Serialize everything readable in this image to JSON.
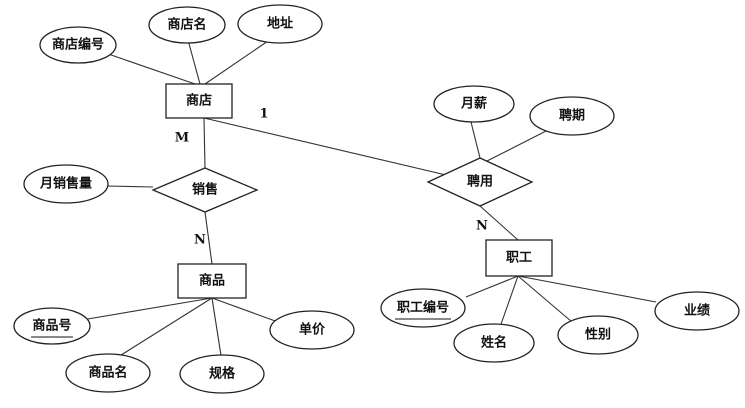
{
  "entities": {
    "shop": "商店",
    "goods": "商品",
    "staff": "职工"
  },
  "relationships": {
    "sell": "销售",
    "hire": "聘用"
  },
  "attributes": {
    "shop_id": "商店编号",
    "shop_name": "商店名",
    "address": "地址",
    "monthly_sales": "月销售量",
    "monthly_salary": "月薪",
    "hire_period": "聘期",
    "goods_id": "商品号",
    "goods_name": "商品名",
    "spec": "规格",
    "unit_price": "单价",
    "staff_id": "职工编号",
    "staff_name": "姓名",
    "gender": "性别",
    "performance": "业绩"
  },
  "cardinalities": {
    "shop_sell": "M",
    "goods_sell": "N",
    "shop_hire": "1",
    "staff_hire": "N"
  }
}
